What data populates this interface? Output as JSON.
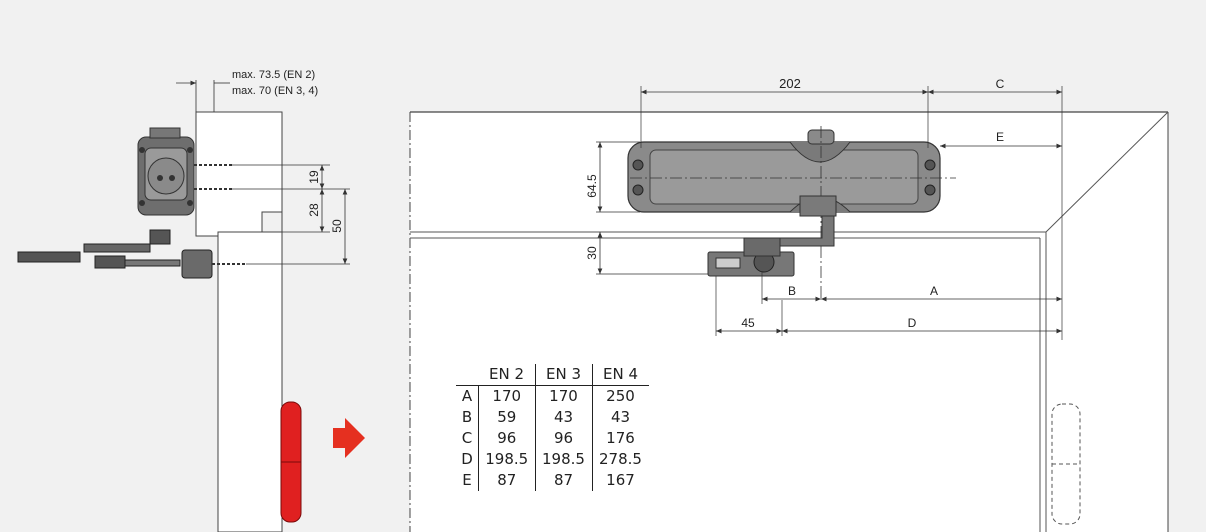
{
  "side_view": {
    "max_note_1": "max. 73.5 (EN 2)",
    "max_note_2": "max. 70 (EN 3, 4)",
    "dim_19": "19",
    "dim_28": "28",
    "dim_50": "50"
  },
  "front_view": {
    "dim_202": "202",
    "dim_C": "C",
    "dim_E": "E",
    "dim_64_5": "64.5",
    "dim_30": "30",
    "dim_B": "B",
    "dim_A": "A",
    "dim_45": "45",
    "dim_D": "D"
  },
  "table": {
    "headers": [
      "EN 2",
      "EN 3",
      "EN 4"
    ],
    "rows": [
      {
        "label": "A",
        "values": [
          "170",
          "170",
          "250"
        ]
      },
      {
        "label": "B",
        "values": [
          "59",
          "43",
          "43"
        ]
      },
      {
        "label": "C",
        "values": [
          "96",
          "96",
          "176"
        ]
      },
      {
        "label": "D",
        "values": [
          "198.5",
          "198.5",
          "278.5"
        ]
      },
      {
        "label": "E",
        "values": [
          "87",
          "87",
          "167"
        ]
      }
    ]
  },
  "colors": {
    "background": "#f1f1f1",
    "door": "#ffffff",
    "line": "#333333",
    "closer_body": "#8a8a8a",
    "hinge": "#e02020",
    "arrow": "#e53020"
  },
  "icons": {
    "direction_arrow": "arrow-right-icon"
  }
}
